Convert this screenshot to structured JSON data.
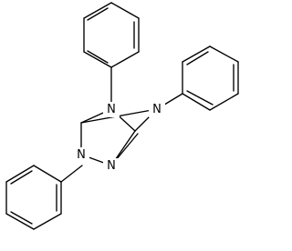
{
  "molecule": {
    "atoms": [
      {
        "id": "n-top",
        "symbol": "N"
      },
      {
        "id": "n-right",
        "symbol": "N"
      },
      {
        "id": "n-lower-left",
        "symbol": "N"
      },
      {
        "id": "n-lower-right",
        "symbol": "N"
      }
    ],
    "bond_color": "#000000",
    "background": "#ffffff"
  }
}
